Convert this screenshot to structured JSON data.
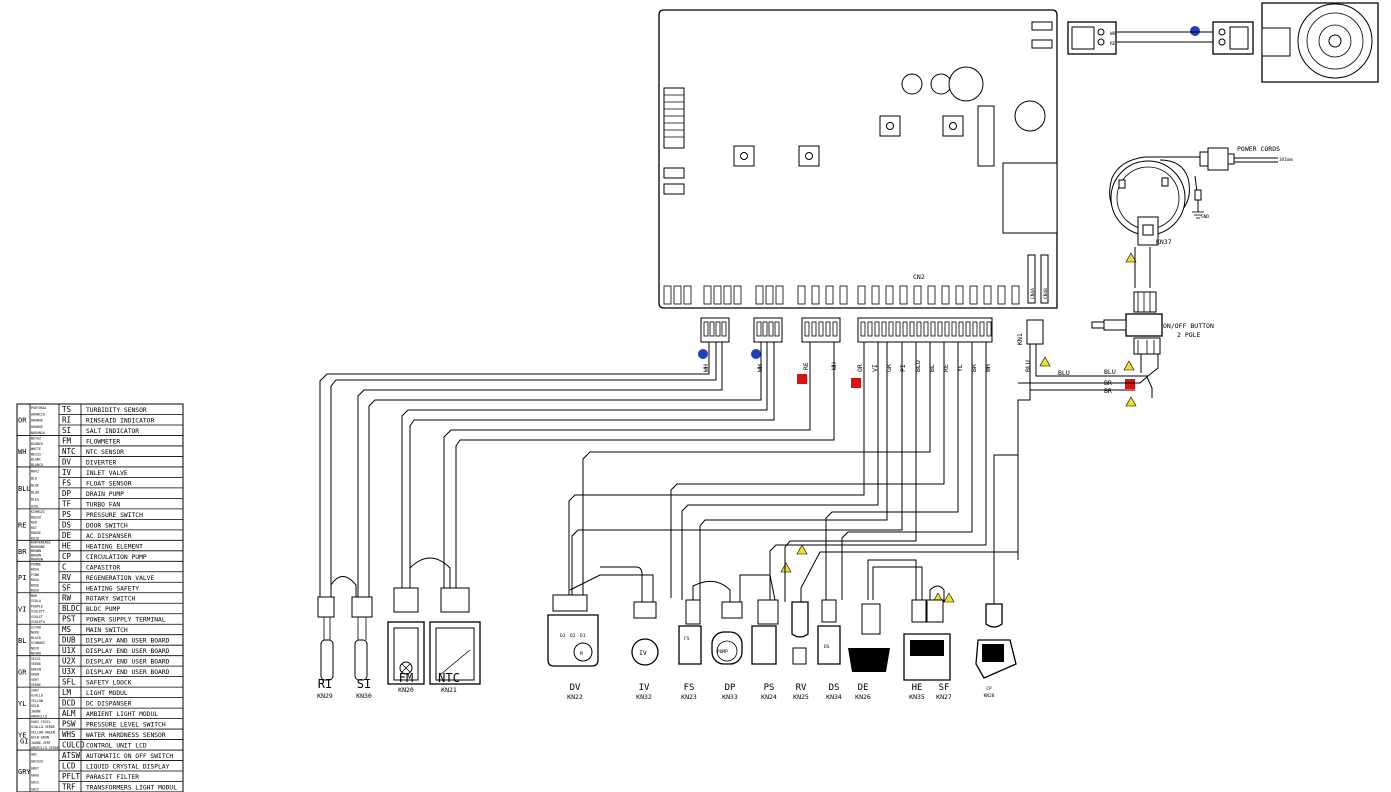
{
  "board": {
    "connector_label": "CN2",
    "kn1_label": "KN1",
    "cn4a_label": "CN4A",
    "cn4b_label": "CN4B"
  },
  "wire_labels": {
    "rb_left": "WH",
    "rb_right": "WH",
    "re_a": "RE",
    "wh_a": "WH",
    "or": "OR",
    "vi": "VI",
    "gr": "GR",
    "pi": "PI",
    "blu_a": "BLU",
    "bl": "BL",
    "re_b": "RE",
    "yl": "YL",
    "br": "BR",
    "wh_b": "WH",
    "blu_kn1": "BLU",
    "blu_line1": "BLU",
    "blu_line2": "BLU",
    "br_line1": "BR",
    "br_line2": "BR",
    "motor_wh": "WH",
    "motor_re": "RE"
  },
  "power": {
    "cords_label": "POWER CORDS",
    "cords_spec": "3X1mm",
    "kn37": "KN37",
    "gnd": "GND",
    "button_label": "ON/OFF BUTTON",
    "button_spec": "2 POLE"
  },
  "components": [
    {
      "code": "RI",
      "kn": "KN29"
    },
    {
      "code": "SI",
      "kn": "KN30"
    },
    {
      "code": "FM",
      "kn": "KN20"
    },
    {
      "code": "NTC",
      "kn": "KN21"
    },
    {
      "code": "DV",
      "kn": "KN22"
    },
    {
      "code": "IV",
      "kn": "KN32"
    },
    {
      "code": "FS",
      "kn": "KN23"
    },
    {
      "code": "DP",
      "kn": "KN33"
    },
    {
      "code": "PS",
      "kn": "KN24"
    },
    {
      "code": "RV",
      "kn": "KN25"
    },
    {
      "code": "DS",
      "kn": "KN34"
    },
    {
      "code": "DE",
      "kn": "KN26"
    },
    {
      "code": "HE",
      "kn": "KN35"
    },
    {
      "code": "SF",
      "kn": "KN27"
    },
    {
      "code": "CP",
      "kn": "KN28"
    }
  ],
  "component_marks": {
    "dp_pump": "PUMP",
    "dv_motor": "M",
    "iv_mark": "IV",
    "dv_d1": "D1",
    "dv_d2": "D2",
    "dv_d3": "D3",
    "fs_s": "FS",
    "ds_d": "DS"
  },
  "legend_colors": [
    {
      "code": "OR",
      "names": [
        "PORTOKAL",
        "ARANCIO",
        "ORANGE",
        "ORANGE",
        "NARANJA"
      ]
    },
    {
      "code": "WH",
      "names": [
        "BEYAZ",
        "BIANCO",
        "WHITE",
        "WEISS",
        "BLANC",
        "BLANCO"
      ]
    },
    {
      "code": "BLU",
      "names": [
        "MAVI",
        "BLU",
        "BLUE",
        "BLAU",
        "BLEU",
        "AZUL"
      ]
    },
    {
      "code": "RE",
      "names": [
        "KIRMIZI",
        "ROSSO",
        "RED",
        "ROT",
        "ROUGE",
        "ROJO"
      ]
    },
    {
      "code": "BR",
      "names": [
        "KAHVERENGI",
        "MARRONE",
        "BROWN",
        "BRAUN",
        "MARRON"
      ]
    },
    {
      "code": "PI",
      "names": [
        "PEMBE",
        "ROSA",
        "PINK",
        "ROSA",
        "ROSE",
        "ROSA"
      ]
    },
    {
      "code": "VI",
      "names": [
        "MOR",
        "VIOLA",
        "PURPLE",
        "VIOLETT",
        "VIOLET",
        "VIOLETA"
      ]
    },
    {
      "code": "BL",
      "names": [
        "SIYAH",
        "NERO",
        "BLACK",
        "SCHWARZ",
        "NOIR",
        "NEGRO"
      ]
    },
    {
      "code": "GR",
      "names": [
        "YESIL",
        "VERDE",
        "GREEN",
        "GRUN",
        "VERT",
        "VERDE"
      ]
    },
    {
      "code": "YL",
      "names": [
        "SARI",
        "GIALLO",
        "YELLOW",
        "GELB",
        "JAUNE",
        "AMARILLO"
      ]
    },
    {
      "code": "YE GI",
      "names": [
        "SARI-YESIL",
        "GIALLO-VERDE",
        "YELLOW-GREEN",
        "GELB-GRUN",
        "JAUNE-VERT",
        "AMARILLO-VERDE"
      ]
    },
    {
      "code": "GRY",
      "names": [
        "GRI",
        "GRIGIO",
        "GREY",
        "GRAU",
        "GRIS",
        "GRIS"
      ]
    }
  ],
  "legend_items": [
    {
      "code": "TS",
      "desc": "TURBIDITY SENSOR"
    },
    {
      "code": "RI",
      "desc": "RINSEAID INDICATOR"
    },
    {
      "code": "SI",
      "desc": "SALT INDICATOR"
    },
    {
      "code": "FM",
      "desc": "FLOWMETER"
    },
    {
      "code": "NTC",
      "desc": "NTC SENSOR"
    },
    {
      "code": "DV",
      "desc": "DIVERTER"
    },
    {
      "code": "IV",
      "desc": "INLET VALVE"
    },
    {
      "code": "FS",
      "desc": "FLOAT SENSOR"
    },
    {
      "code": "DP",
      "desc": "DRAIN PUMP"
    },
    {
      "code": "TF",
      "desc": "TURBO FAN"
    },
    {
      "code": "PS",
      "desc": "PRESSURE SWITCH"
    },
    {
      "code": "DS",
      "desc": "DOOR SWITCH"
    },
    {
      "code": "DE",
      "desc": "AC DISPANSER"
    },
    {
      "code": "HE",
      "desc": "HEATING ELEMENT"
    },
    {
      "code": "CP",
      "desc": "CIRCULATION PUMP"
    },
    {
      "code": "C",
      "desc": "CAPASITOR"
    },
    {
      "code": "RV",
      "desc": "REGENERATION VALVE"
    },
    {
      "code": "SF",
      "desc": "HEATING SAFETY"
    },
    {
      "code": "RW",
      "desc": "ROTARY SWITCH"
    },
    {
      "code": "BLDC",
      "desc": "BLDC PUMP"
    },
    {
      "code": "PST",
      "desc": "POWER SUPPLY TERMINAL"
    },
    {
      "code": "MS",
      "desc": "MAIN SWITCH"
    },
    {
      "code": "DUB",
      "desc": "DISPLAY AND USER BOARD"
    },
    {
      "code": "U1X",
      "desc": "DISPLAY END USER BOARD"
    },
    {
      "code": "U2X",
      "desc": "DISPLAY END USER BOARD"
    },
    {
      "code": "U3X",
      "desc": "DISPLAY END USER BOARD"
    },
    {
      "code": "SFL",
      "desc": "SAFETY LOOCK"
    },
    {
      "code": "LM",
      "desc": "LIGHT MODUL"
    },
    {
      "code": "DCD",
      "desc": "DC DISPANSER"
    },
    {
      "code": "ALM",
      "desc": "AMBIENT LIGHT MODUL"
    },
    {
      "code": "PSW",
      "desc": "PRESSURE LEVEL SWITCH"
    },
    {
      "code": "WHS",
      "desc": "WATER HARDNESS SENSOR"
    },
    {
      "code": "CULCD",
      "desc": "CONTROL UNIT LCD"
    },
    {
      "code": "ATSW",
      "desc": "AUTOMATIC ON OFF SWITCH"
    },
    {
      "code": "LCD",
      "desc": "LIQUID CRYSTAL DISPLAY"
    },
    {
      "code": "PFLT",
      "desc": "PARASIT FILTER"
    },
    {
      "code": "TRF",
      "desc": "TRANSFORMERS LIGHT MODUL"
    }
  ],
  "colors": {
    "marker_blue": "#1f3fbf",
    "marker_red": "#e01010",
    "warning_yellow": "#f0e020",
    "line": "#000000"
  }
}
